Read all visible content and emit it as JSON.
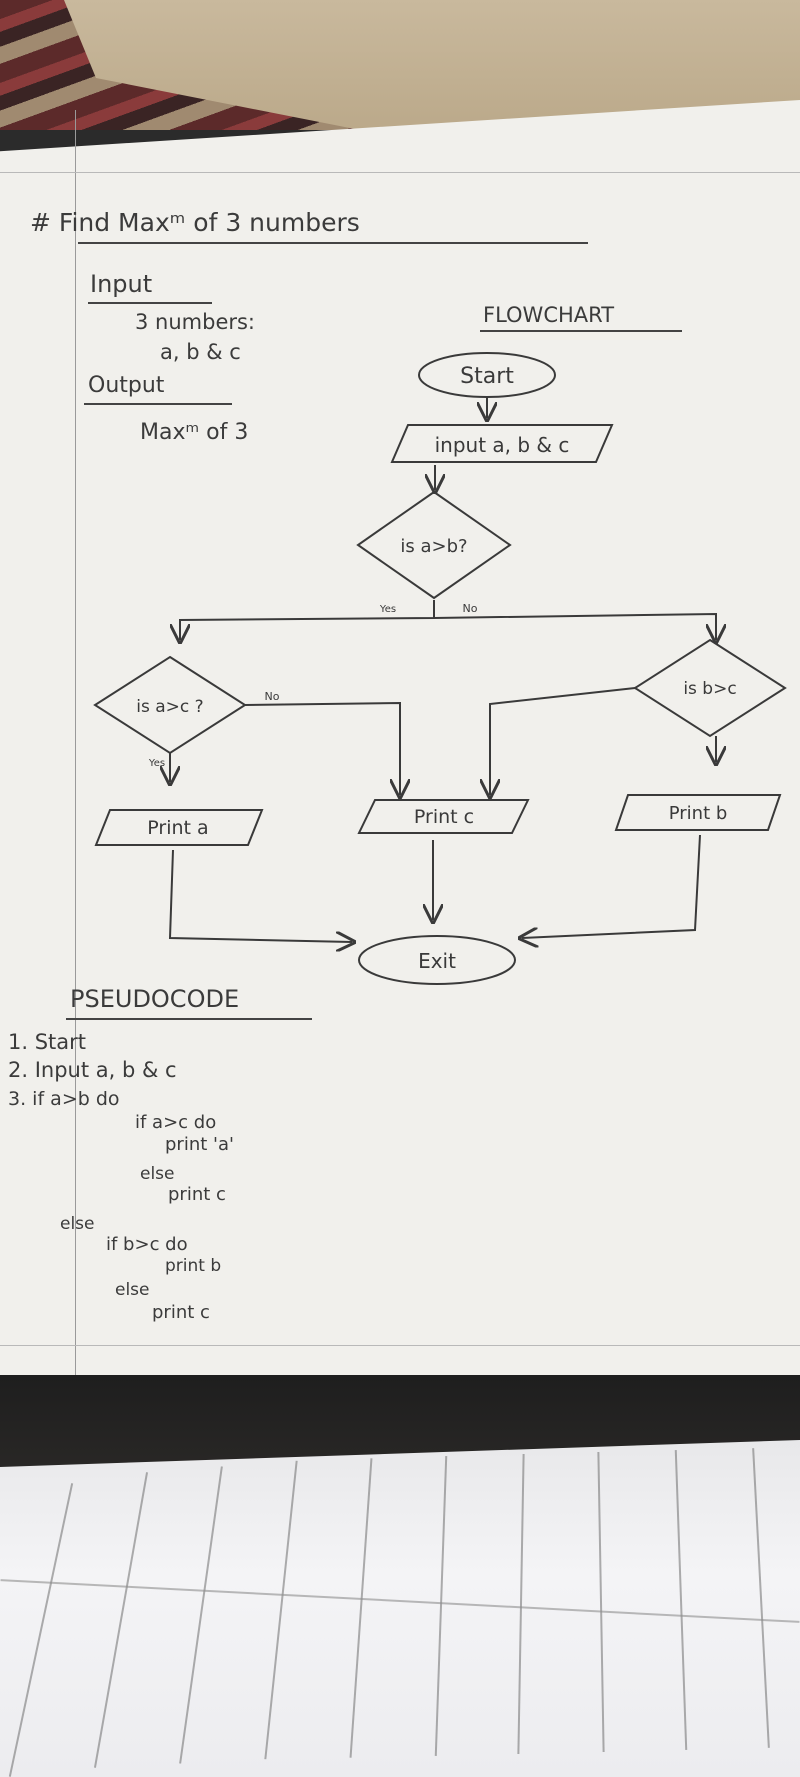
{
  "heading": {
    "title": "# Find Maxᵐ of 3 numbers"
  },
  "input_section": {
    "label": "Input",
    "line1": "3 numbers:",
    "line2": "a, b & c"
  },
  "output_section": {
    "label": "Output",
    "line1": "Maxᵐ of 3"
  },
  "flowchart": {
    "title": "FLOWCHART",
    "start": "Start",
    "input": "input a, b & c",
    "decision1": "is a>b?",
    "yes_label": "Yes",
    "no_label": "No",
    "decision2": "is a>c ?",
    "decision2_no": "No",
    "decision2_yes": "Yes",
    "decision3": "is b>c",
    "print_a": "Print a",
    "print_c": "Print c",
    "print_b": "Print b",
    "exit": "Exit"
  },
  "pseudocode": {
    "title": "PSEUDOCODE",
    "lines": [
      "1. Start",
      "2. Input a, b & c",
      "3. if   a>b  do",
      "if  a>c  do",
      "print 'a'",
      "else",
      "print c",
      "else",
      "if   b>c  do",
      "print b",
      "else",
      "print c"
    ]
  }
}
